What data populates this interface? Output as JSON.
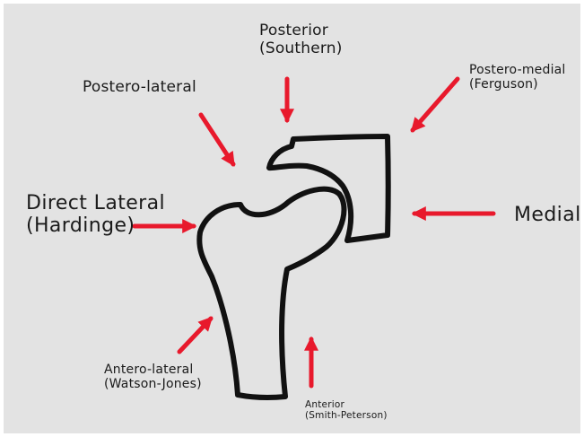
{
  "colors": {
    "background": "#e3e3e3",
    "outline": "#111111",
    "arrow": "#e8192c",
    "text": "#1a1a1a"
  },
  "labels": {
    "posterior": {
      "line1": "Posterior",
      "line2": "(Southern)"
    },
    "postero_medial": {
      "line1": "Postero-medial",
      "line2": "(Ferguson)"
    },
    "postero_lateral": {
      "line1": "Postero-lateral"
    },
    "direct_lateral": {
      "line1": "Direct Lateral",
      "line2": "(Hardinge)"
    },
    "medial": {
      "line1": "Medial"
    },
    "antero_lateral": {
      "line1": "Antero-lateral",
      "line2": "(Watson-Jones)"
    },
    "anterior": {
      "line1": "Anterior",
      "line2": "(Smith-Peterson)"
    }
  }
}
